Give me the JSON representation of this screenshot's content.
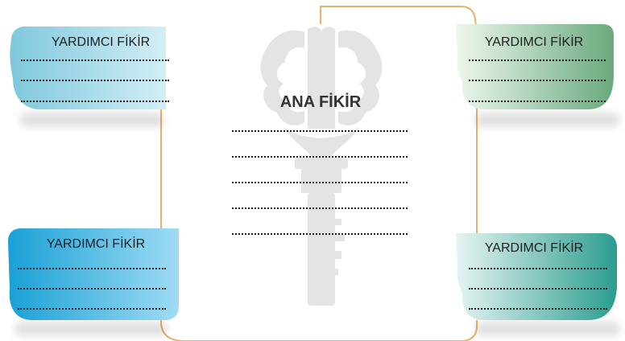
{
  "main": {
    "title": "ANA FİKİR",
    "line_count": 5
  },
  "supporting": [
    {
      "title": "YARDIMCI FİKİR",
      "line_count": 3
    },
    {
      "title": "YARDIMCI FİKİR",
      "line_count": 3
    },
    {
      "title": "YARDIMCI FİKİR",
      "line_count": 3
    },
    {
      "title": "YARDIMCI FİKİR",
      "line_count": 3
    }
  ],
  "colors": {
    "frame_line": "#e8b26a",
    "card_top_left": [
      "#7ec8dc",
      "#d2eef6"
    ],
    "card_top_right": [
      "#eef7ee",
      "#69aa7d"
    ],
    "card_bottom_left": [
      "#19a0d6",
      "#9fdcf4"
    ],
    "card_bottom_right": [
      "#e6f4f2",
      "#2a9d8e"
    ],
    "watermark": "#d9d9d9"
  },
  "icons": [
    "brain-key-watermark-icon"
  ]
}
